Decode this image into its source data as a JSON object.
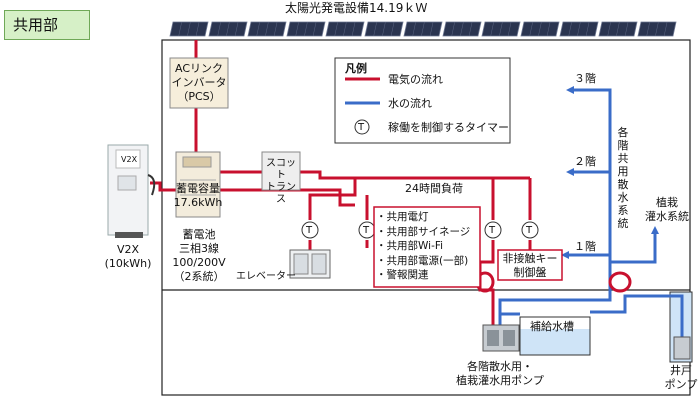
{
  "section_badge": "共用部",
  "solar_title": "太陽光発電設備14.19ｋＷ",
  "legend": {
    "title": "凡例",
    "electric": "電気の流れ",
    "water": "水の流れ",
    "timer": "稼働を制御するタイマー",
    "timer_symbol": "T"
  },
  "pcs_lines": [
    "ACリンク",
    "インバータ",
    "（PCS）"
  ],
  "battery": {
    "capacity_lines": [
      "蓄電容量",
      "17.6kWh"
    ],
    "desc_lines": [
      "蓄電池",
      "三相3線",
      "100/200V",
      "（2系統）"
    ]
  },
  "v2x_lines": [
    "V2X",
    "(10kWh)"
  ],
  "v2x_brand": "V2X",
  "scott_lines": [
    "スコット",
    "トランス"
  ],
  "load_title": "24時間負荷",
  "load_items": [
    "・共用電灯",
    "・共用部サイネージ",
    "・共用部Wi-Fi",
    "・共用部電源(一部)",
    "・警報関連"
  ],
  "elevator": "エレベーター",
  "controller_lines": [
    "非接触キー",
    "制御盤"
  ],
  "floors": [
    "３階",
    "２階",
    "１階"
  ],
  "sprinkler_lines": [
    "各",
    "階",
    "共",
    "用",
    "散",
    "水",
    "系",
    "統"
  ],
  "irrigation_lines": [
    "植栽",
    "灌水系統"
  ],
  "tank": "補給水槽",
  "pump_lines": [
    "各階散水用・",
    "植栽灌水用ポンプ"
  ],
  "well_lines": [
    "井戸",
    "ポンプ"
  ],
  "colors": {
    "electric": "#c8102e",
    "water": "#3a6cc8",
    "badge_bg": "#d6f0c7",
    "tank_fill": "#cfe4f7"
  }
}
